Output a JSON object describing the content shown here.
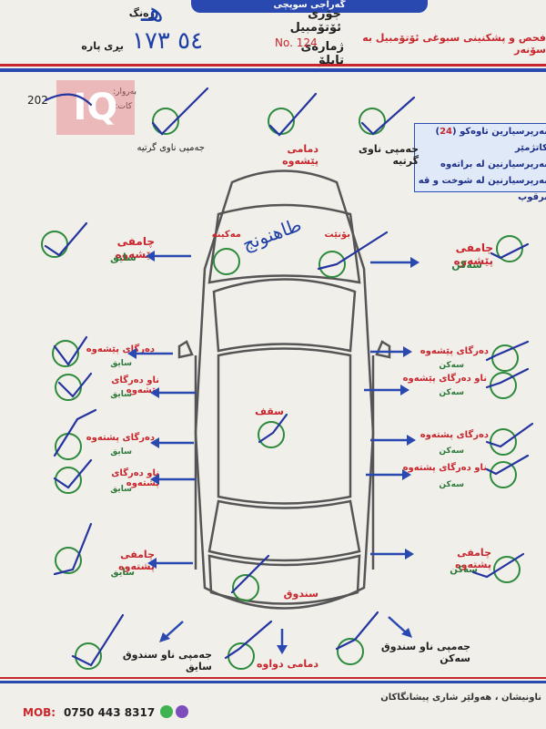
{
  "header": {
    "title_top": "گەراجی سوپچی",
    "subtitle": "فحص و پشکنینی سبوغی ئۆتۆمبیل بە سۆنەر",
    "car_type_label": "جۆری ئۆتۆمبیل",
    "color_label": "رەنگ",
    "plate_label": "ژمارەی تابلۆ",
    "amount_label": "بڕی پارە",
    "doc_number": "No. 124",
    "date_prefix": "202",
    "date_label": "بەروار:",
    "time_label": "کات:"
  },
  "logo_text": "IQ",
  "info_box": {
    "line1_pre": "بەرپرسیارین تاوەکو (",
    "line1_num": "24",
    "line1_post": ") کاتژمێر",
    "line2": "بەرپرسیارنین لە براتەوە",
    "line3": "بەرپرسیارنین لە شوخت و قە برقوپ"
  },
  "labels": {
    "rear_bumper_back": "جەمپی ناوی گرتیە",
    "rear_fender_top": "دمامی پێشەوە",
    "front_bumper_back": "جەمپی ناوی گرتیە",
    "fender_left": "چامفی پێشەوە",
    "fender_left_sub": "سایق",
    "hood_left": "مەکینە",
    "hood_right": "بۆنێت",
    "fender_right": "چامفی پێشەوە",
    "fender_right_sub": "سەکن",
    "door_fl": "دەرگای پێشەوە",
    "door_fl_sub": "سایق",
    "door_fl_in": "ناو دەرگای پێشەوە",
    "door_fl_in_sub": "سایق",
    "door_fr": "دەرگای پێشەوە",
    "door_fr_sub": "سەکن",
    "door_fr_in": "ناو دەرگای پێشەوە",
    "door_fr_in_sub": "سەکن",
    "roof": "سقف",
    "door_rl": "دەرگای پشتەوە",
    "door_rl_sub": "سایق",
    "door_rl_in": "ناو دەرگای پشتەوە",
    "door_rl_in_sub": "سایق",
    "door_rr": "دەرگای پشتەوە",
    "door_rr_sub": "سەکن",
    "door_rr_in": "ناو دەرگای پشتەوە",
    "door_rr_in_sub": "سەکن",
    "rear_fender_l": "چامفی پشتەوە",
    "rear_fender_l_sub": "سایق",
    "rear_fender_r": "چامفی پشتەوە",
    "rear_fender_r_sub": "سەکن",
    "trunk": "سندوق",
    "rear_bumper": "دمامی دواوە",
    "trunk_in_l": "جەمپی ناو سندوق سایق",
    "trunk_in_r": "جەمپی ناو سندوق سەکن"
  },
  "handwriting": {
    "car_type": "هـ",
    "plate": "٥٤ ١٧٣",
    "hood_note": "طاهنونج"
  },
  "footer": {
    "mob_label": "MOB:",
    "mob_number": "0750 443 8317",
    "address": "ناونیشان ، هەولێر شاری پیشانگاکان"
  },
  "colors": {
    "red": "#c8262d",
    "green": "#2d7a3a",
    "blue": "#1e3fa6",
    "circle": "#2d8a3c",
    "paper": "#f1efea"
  }
}
